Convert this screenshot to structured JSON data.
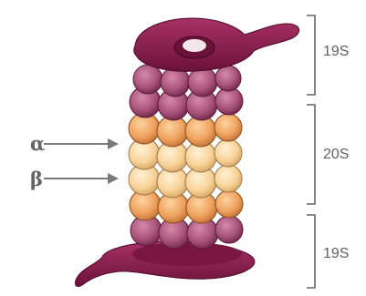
{
  "labels": {
    "alpha": "α",
    "beta": "β",
    "cap_top": "19S",
    "core": "20S",
    "cap_bottom": "19S"
  },
  "colors": {
    "cap": "#8e1f4f",
    "cap_dark": "#5c0e31",
    "outer_ring": "#b05c80",
    "alpha_ring": "#f0a762",
    "beta_ring": "#fbd9a3",
    "arrow": "#7a7a7a",
    "bracket": "#666666"
  }
}
